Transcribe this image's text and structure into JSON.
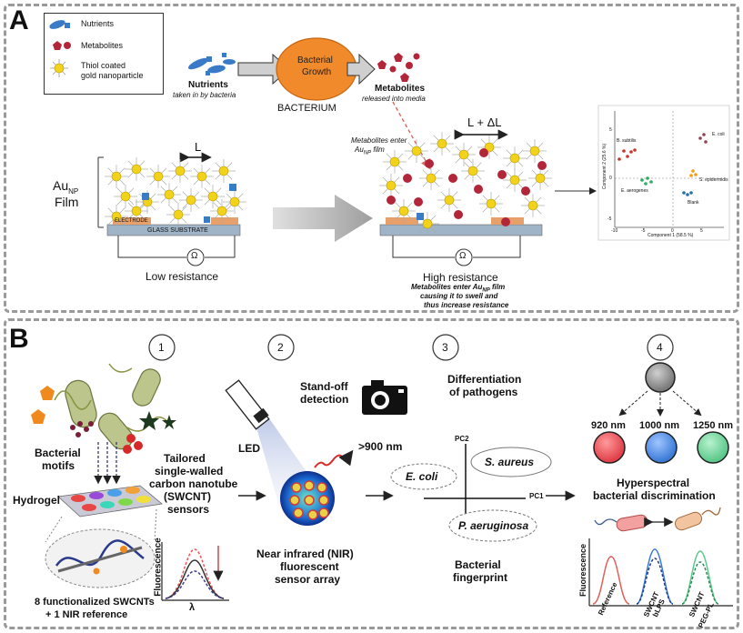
{
  "panelA": {
    "letter": "A",
    "legend": {
      "nutrients": "Nutrients",
      "metabolites": "Metabolites",
      "thiol_line1": "Thiol coated",
      "thiol_line2": "gold nanoparticle"
    },
    "flow": {
      "nutrients_title": "Nutrients",
      "nutrients_sub": "taken in by bacteria",
      "growth_line1": "Bacterial",
      "growth_line2": "Growth",
      "bacterium": "BACTERIUM",
      "metabolites_title": "Metabolites",
      "metabolites_sub": "released into media"
    },
    "film_label": "Au",
    "film_sub": "NP",
    "film_label2": "Film",
    "length_L": "L",
    "electrode": "ELECTRODE",
    "glass": "GLASS SUBSTRATE",
    "ohm": "Ω",
    "low_resistance": "Low resistance",
    "metab_enter_line1": "Metabolites enter",
    "metab_enter_line2a": "Au",
    "metab_enter_line2b": "NP",
    "metab_enter_line2c": " film",
    "length_L_dL": "L + ΔL",
    "high_resistance": "High resistance",
    "high_desc1a": "Metabolites enter Au",
    "high_desc1b": "NP",
    "high_desc1c": " film",
    "high_desc2": "causing it to swell and",
    "high_desc3": "thus increase resistance",
    "pca": {
      "labels": {
        "b_subtilis": "B. subtilis",
        "e_coli": "E. coli",
        "s_epidermidis": "S. epidermidis",
        "e_aerogenes": "E. aerogenes",
        "blank": "Blank"
      },
      "xlabel": "Component 1 (58.5 %)",
      "ylabel": "Component 2 (25.6 %)",
      "xticks": [
        "-10",
        "-5",
        "0",
        "5"
      ],
      "yticks": [
        "5",
        "0",
        "-5"
      ]
    }
  },
  "panelB": {
    "letter": "B",
    "steps": [
      "1",
      "2",
      "3",
      "4"
    ],
    "bacterial_motifs_1": "Bacterial",
    "bacterial_motifs_2": "motifs",
    "tailored": [
      "Tailored",
      "single-walled",
      "carbon nanotube",
      "(SWCNT)",
      "sensors"
    ],
    "hydrogel": "Hydrogel",
    "functionalized_1": "8 functionalized SWCNTs",
    "functionalized_2": "+ 1 NIR reference",
    "fluor_axis": "Fluorescence",
    "lambda": "λ",
    "standoff_1": "Stand-off",
    "standoff_2": "detection",
    "led": "LED",
    "gt900": ">900 nm",
    "nir": [
      "Near infrared (NIR)",
      "fluorescent",
      "sensor array"
    ],
    "diff_1": "Differentiation",
    "diff_2": "of pathogens",
    "pc2": "PC2",
    "pc1": "PC1",
    "ecoli": "E. coli",
    "saureus": "S. aureus",
    "paeruginosa": "P. aeruginosa",
    "fingerprint_1": "Bacterial",
    "fingerprint_2": "fingerprint",
    "wavelengths": [
      "920 nm",
      "1000 nm",
      "1250 nm"
    ],
    "hyper_1": "Hyperspectral",
    "hyper_2": "bacterial discrimination",
    "fluor_axis2": "Fluorescence",
    "peaks": [
      "Reference",
      "SWCNT bLPS",
      "SWCNT PEG-PL"
    ],
    "peak_lines": [
      [
        "Reference"
      ],
      [
        "SWCNT",
        "bLPS"
      ],
      [
        "SWCNT",
        "PEG-PL"
      ]
    ]
  },
  "colors": {
    "gold": "#f2d21b",
    "nutrient_blue": "#3a7bc8",
    "metabolite_red": "#b3263a",
    "bacterium_orange": "#f08a2a",
    "electrode": "#e8a06a",
    "substrate": "#9fb4c7",
    "red_circle": "#e0404a",
    "blue_circle": "#3c7bd6",
    "green_circle": "#5cc88a",
    "grey_circle": "#8a8a8a"
  }
}
